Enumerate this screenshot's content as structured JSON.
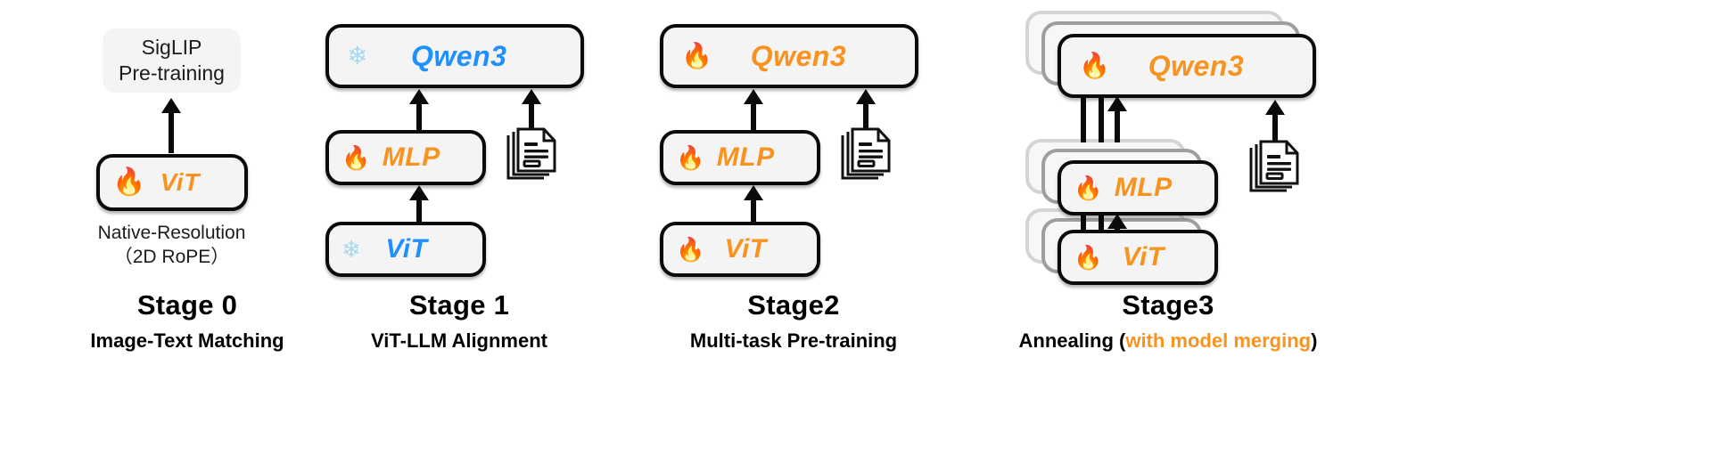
{
  "figure": {
    "type": "training-pipeline-diagram",
    "colors": {
      "fire_orange": "#F7931E",
      "snowflake_blue": "#A7D8F0",
      "label_blue": "#1E90FF",
      "box_fill": "#f4f4f4",
      "box_border": "#0a0a0a",
      "ghost_border_light": "#d4d4d4",
      "ghost_border_mid": "#9e9e9e"
    }
  },
  "icons": {
    "fire": "🔥",
    "snowflake": "❄",
    "document": "document-stack-icon"
  },
  "stages": [
    {
      "id": "stage-0",
      "caption_title": "Stage 0",
      "caption_sub": "Image-Text Matching",
      "pill": {
        "line1": "SigLIP",
        "line2": "Pre-training"
      },
      "modules": [
        {
          "name": "ViT",
          "label": "ViT",
          "state": "trainable",
          "icon": "fire",
          "color": "orange"
        }
      ],
      "subcaption": {
        "line1": "Native-Resolution",
        "line2": "（2D RoPE）"
      },
      "has_document": false
    },
    {
      "id": "stage-1",
      "caption_title": "Stage 1",
      "caption_sub": "ViT-LLM Alignment",
      "modules": [
        {
          "name": "Qwen3",
          "label": "Qwen3",
          "state": "frozen",
          "icon": "snowflake",
          "color": "blue"
        },
        {
          "name": "MLP",
          "label": "MLP",
          "state": "trainable",
          "icon": "fire",
          "color": "orange"
        },
        {
          "name": "ViT",
          "label": "ViT",
          "state": "frozen",
          "icon": "snowflake",
          "color": "blue"
        }
      ],
      "has_document": true,
      "stacked": false
    },
    {
      "id": "stage-2",
      "caption_title": "Stage2",
      "caption_sub": "Multi-task Pre-training",
      "modules": [
        {
          "name": "Qwen3",
          "label": "Qwen3",
          "state": "trainable",
          "icon": "fire",
          "color": "orange"
        },
        {
          "name": "MLP",
          "label": "MLP",
          "state": "trainable",
          "icon": "fire",
          "color": "orange"
        },
        {
          "name": "ViT",
          "label": "ViT",
          "state": "trainable",
          "icon": "fire",
          "color": "orange"
        }
      ],
      "has_document": true,
      "stacked": false
    },
    {
      "id": "stage-3",
      "caption_title": "Stage3",
      "caption_sub_prefix": "Annealing (",
      "caption_sub_highlight": "with model merging",
      "caption_sub_suffix": ")",
      "modules": [
        {
          "name": "Qwen3",
          "label": "Qwen3",
          "state": "trainable",
          "icon": "fire",
          "color": "orange"
        },
        {
          "name": "MLP",
          "label": "MLP",
          "state": "trainable",
          "icon": "fire",
          "color": "orange"
        },
        {
          "name": "ViT",
          "label": "ViT",
          "state": "trainable",
          "icon": "fire",
          "color": "orange"
        }
      ],
      "has_document": true,
      "stacked": true,
      "stack_depth": 3
    }
  ]
}
